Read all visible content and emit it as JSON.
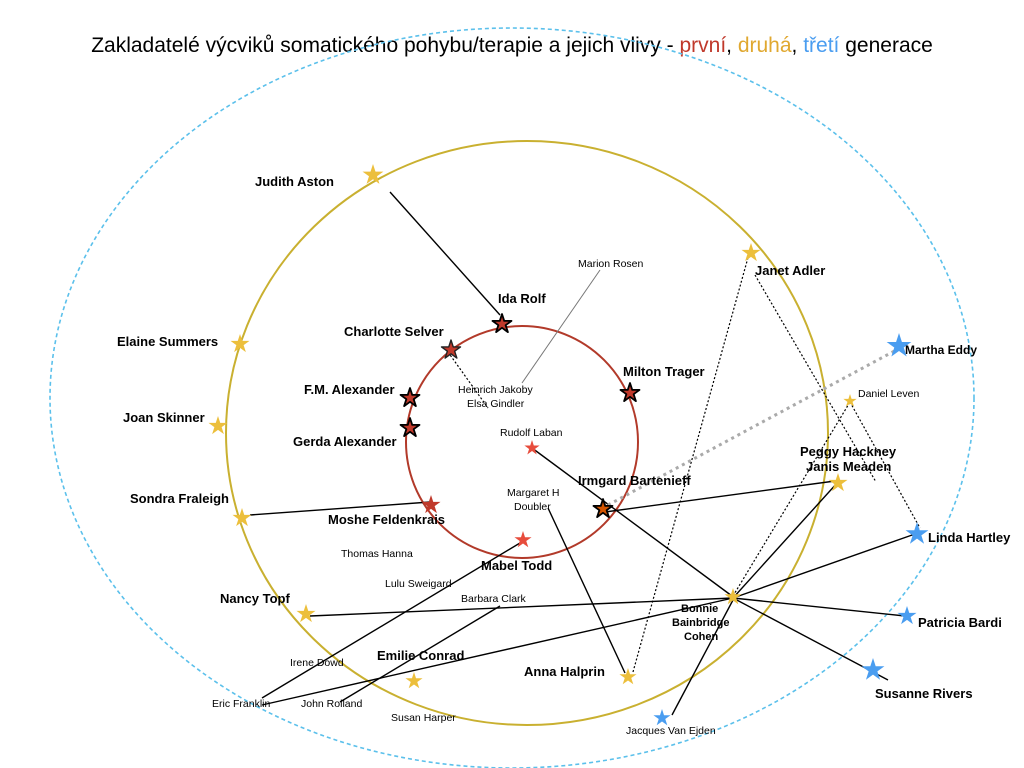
{
  "title": {
    "prefix": "Zakladatelé výcviků somatického pohybu/terapie a jejich vlivy - ",
    "gen1": "první",
    "sep1": ", ",
    "gen2": "druhá",
    "sep2": ", ",
    "gen3": "třetí",
    "suffix": " generace"
  },
  "colors": {
    "gen1": "#c0392b",
    "gen2": "#e8b830",
    "gen3": "#4a9df0",
    "inner_ring": "#b23a2a",
    "middle_ring": "#c9b030",
    "outer_ring": "#5bc0eb"
  },
  "labels": {
    "judith_aston": "Judith Aston",
    "ida_rolf": "Ida Rolf",
    "marion_rosen": "Marion Rosen",
    "janet_adler": "Janet Adler",
    "charlotte_selver": "Charlotte Selver",
    "elaine_summers": "Elaine Summers",
    "milton_trager": "Milton Trager",
    "martha_eddy": "Martha Eddy",
    "fm_alexander": "F.M. Alexander",
    "heinrich_jakoby": "Heinrich Jakoby",
    "elsa_gindler": "Elsa Gindler",
    "daniel_leven": "Daniel Leven",
    "joan_skinner": "Joan Skinner",
    "rudolf_laban": "Rudolf Laban",
    "gerda_alexander": "Gerda Alexander",
    "peggy_hackney": "Peggy Hackney",
    "janis_meaden": "Janis Meaden",
    "irmgard_bartenieff": "Irmgard Bartenieff",
    "margaret_h": "Margaret H",
    "doubler": "Doubler",
    "sondra_fraleigh": "Sondra Fraleigh",
    "moshe_feldenkrais": "Moshe Feldenkrais",
    "linda_hartley": "Linda Hartley",
    "thomas_hanna": "Thomas Hanna",
    "mabel_todd": "Mabel Todd",
    "lulu_sweigard": "Lulu Sweigard",
    "nancy_topf": "Nancy Topf",
    "barbara_clark": "Barbara Clark",
    "bonnie": "Bonnie",
    "bainbridge": "Bainbridge",
    "cohen": "Cohen",
    "patricia_bardi": "Patricia Bardi",
    "emilie_conrad": "Emilie Conrad",
    "irene_dowd": "Irene Dowd",
    "anna_halprin": "Anna Halprin",
    "susanne_rivers": "Susanne Rivers",
    "eric_franklin": "Eric Franklin",
    "john_rolland": "John Rolland",
    "susan_harper": "Susan Harper",
    "jacques_van_ejden": "Jacques Van Ejden"
  }
}
